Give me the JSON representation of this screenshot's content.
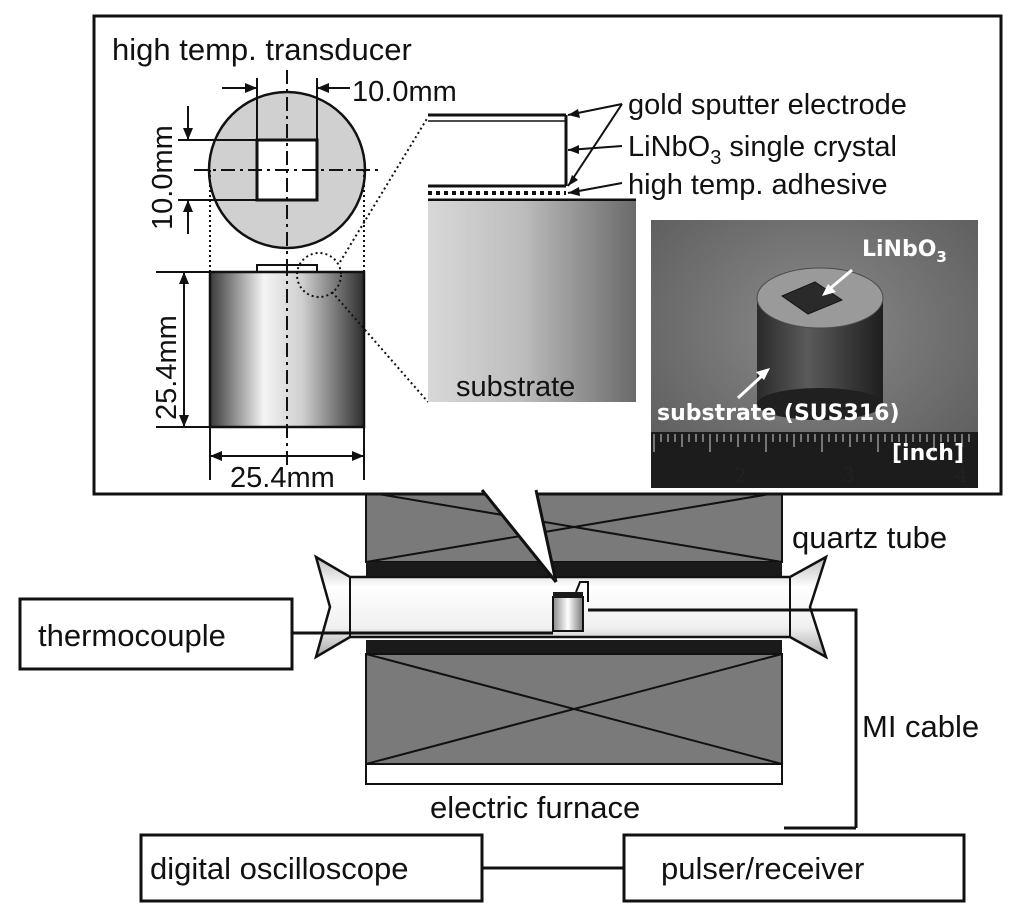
{
  "labels": {
    "transducer_title": "high temp. transducer",
    "dim_top_width": "10.0mm",
    "dim_top_height": "10.0mm",
    "dim_cyl_height": "25.4mm",
    "dim_cyl_width": "25.4mm",
    "layer_electrode": "gold sputter electrode",
    "layer_crystal": "LiNbO",
    "layer_crystal_sub": "3",
    "layer_crystal_suffix": " single crystal",
    "layer_adhesive": "high temp. adhesive",
    "substrate": "substrate",
    "quartz_tube": "quartz tube",
    "thermocouple": "thermocouple",
    "mi_cable": "MI cable",
    "electric_furnace": "electric furnace",
    "digital_oscilloscope": "digital oscilloscope",
    "pulser_receiver": "pulser/receiver"
  },
  "photo": {
    "crystal_label": "LiNbO",
    "crystal_label_sub": "3",
    "substrate_label": "substrate (SUS316)",
    "unit_label": "[inch]",
    "ruler_numbers": [
      "2",
      "3",
      "4"
    ]
  },
  "colors": {
    "furnace_fill": "#7a7a7a",
    "photo_bg": "#6e6e6e",
    "disc_fill": "#d0d0d0",
    "line": "#111111"
  }
}
